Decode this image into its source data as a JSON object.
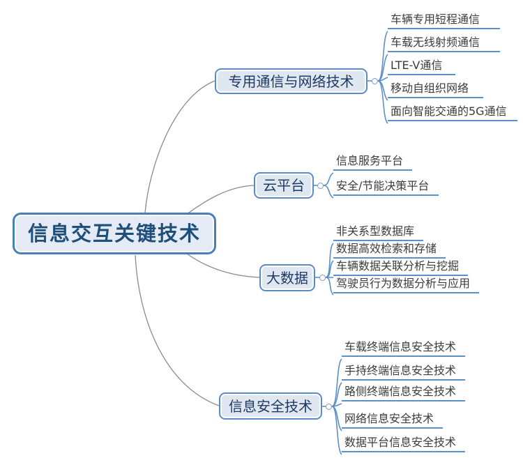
{
  "diagram": {
    "type": "mind-map",
    "title": "信息交互关键技术",
    "colors": {
      "root_fill": "#e4ebf4",
      "root_border": "#4a7ebb",
      "root_text": "#1f4e79",
      "branch_fill": "#dfe7f1",
      "branch_border": "#5b8bc4",
      "branch_text": "#1f3864",
      "leaf_text": "#3b3b3b",
      "leaf_underline": "#5b8fc9",
      "trunk_line": "#8a8a8a",
      "sub_line": "#5b8fc9",
      "background": "#ffffff"
    }
  },
  "root": {
    "label": "信息交互关键技术"
  },
  "branches": [
    {
      "label": "专用通信与网络技术",
      "leaves": [
        {
          "label": "车辆专用短程通信"
        },
        {
          "label": "车载无线射频通信"
        },
        {
          "label": "LTE-V通信"
        },
        {
          "label": "移动自组织网络"
        },
        {
          "label": "面向智能交通的5G通信"
        }
      ]
    },
    {
      "label": "云平台",
      "leaves": [
        {
          "label": "信息服务平台"
        },
        {
          "label": "安全/节能决策平台"
        }
      ]
    },
    {
      "label": "大数据",
      "leaves": [
        {
          "label": "非关系型数据库"
        },
        {
          "label": "数据高效检索和存储"
        },
        {
          "label": "车辆数据关联分析与挖掘"
        },
        {
          "label": "驾驶员行为数据分析与应用"
        }
      ]
    },
    {
      "label": "信息安全技术",
      "leaves": [
        {
          "label": "车载终端信息安全技术"
        },
        {
          "label": "手持终端信息安全技术"
        },
        {
          "label": "路侧终端信息安全技术"
        },
        {
          "label": "网络信息安全技术"
        },
        {
          "label": "数据平台信息安全技术"
        }
      ]
    }
  ]
}
